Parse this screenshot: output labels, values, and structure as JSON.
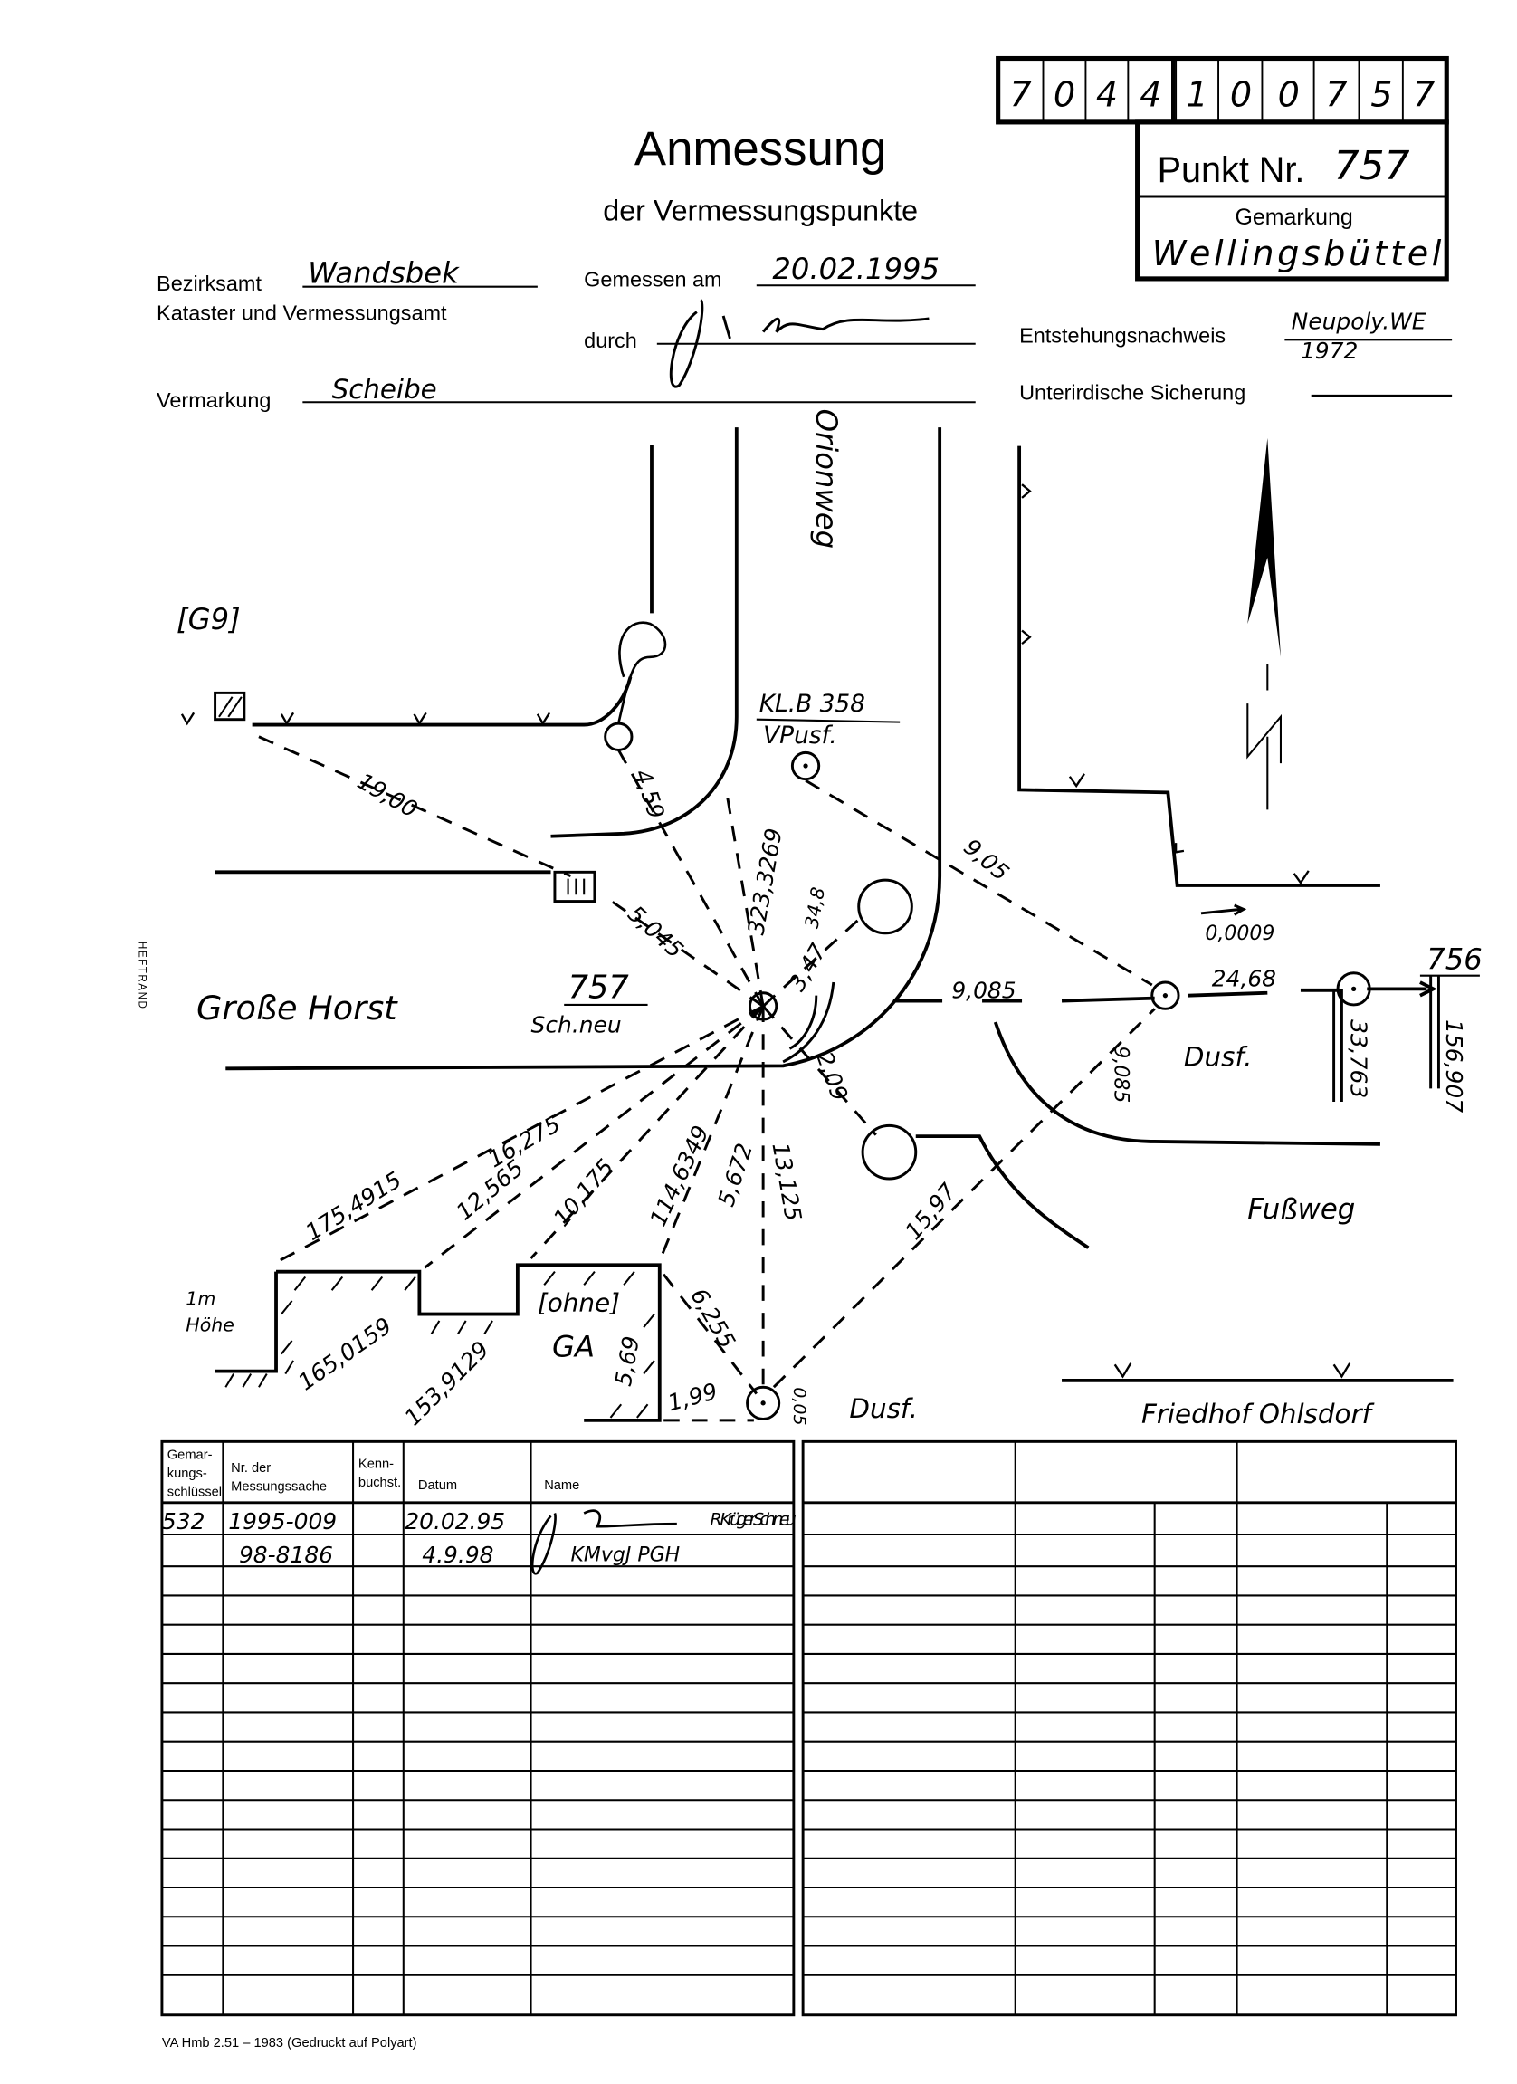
{
  "header": {
    "number_digits": [
      "7",
      "0",
      "4",
      "4",
      "1",
      "0",
      "0",
      "7",
      "5",
      "7"
    ],
    "punkt_label": "Punkt Nr.",
    "punkt_value": "757",
    "gemarkung_label": "Gemarkung",
    "gemarkung_value": "Wellingsbüttel",
    "title": "Anmessung",
    "subtitle": "der Vermessungspunkte",
    "bezirksamt_label": "Bezirksamt",
    "bezirksamt_value": "Wandsbek",
    "kataster_label": "Kataster und Vermessungsamt",
    "gemessen_label": "Gemessen am",
    "gemessen_value": "20.02.1995",
    "durch_label": "durch",
    "durch_signature": "R. Krüger",
    "entstehung_label": "Entstehungsnachweis",
    "entstehung_value_1": "Neupoly.WE",
    "entstehung_value_2": "1972",
    "unterirdisch_label": "Unterirdische Sicherung",
    "vermarkung_label": "Vermarkung",
    "vermarkung_value": "Scheibe",
    "heftrand": "HEFTRAND"
  },
  "sketch": {
    "labels": {
      "g9": "[G9]",
      "orionweg": "Orionweg",
      "klb": "KL.B 358",
      "vpusf": "VPusf.",
      "d1900": "19,00",
      "d459": "4,59",
      "d3233": "323,3269",
      "d348": "34,8",
      "d5045": "5,045",
      "d347": "3,47",
      "p757": "757",
      "schneu": "Sch.neu",
      "grosse_horst": "Große Horst",
      "d905": "9,05",
      "d9085a": "9,085",
      "d00009": "0,0009",
      "d2468": "24,68",
      "p756": "756",
      "dusf1": "Dusf.",
      "d9085b": "9,085",
      "d33763": "33,763",
      "d156907": "156,907",
      "d209": "2,09",
      "fussweg": "Fußweg",
      "d16275": "16,275",
      "d1754915": "175,4915",
      "d12565": "12,565",
      "d10175": "10,175",
      "d1146349": "114,6349",
      "d5672": "5,672",
      "d13125": "13,125",
      "d1597": "15,97",
      "hoehe1": "1m",
      "hoehe2": "Höhe",
      "d1650159": "165,0159",
      "d1539129": "153,9129",
      "ohne": "[ohne]",
      "ga": "GA",
      "d569": "5,69",
      "d6255": "6,255",
      "d199": "1,99",
      "d005": "0,05",
      "dusf2": "Dusf.",
      "friedhof": "Friedhof Ohlsdorf"
    }
  },
  "table_left": {
    "headers": [
      "Gemar-\nkungs-\nschlüssel",
      "Nr. der\nMessungssache",
      "Kenn-\nbuchst.",
      "Datum",
      "Name"
    ],
    "h0": [
      "Gemar-",
      "kungs-",
      "schlüssel"
    ],
    "h1": [
      "Nr. der",
      "Messungssache"
    ],
    "h2": [
      "Kenn-",
      "buchst."
    ],
    "h3": "Datum",
    "h4": "Name",
    "rows": [
      {
        "schluessel": "532",
        "nr": "1995-009",
        "kenn": "",
        "datum": "20.02.95",
        "name": "R. Krüger Sch.neu"
      },
      {
        "schluessel": "",
        "nr": "98-8186",
        "kenn": "",
        "datum": "4.9.98",
        "name": "KMvgJ PGH"
      }
    ]
  },
  "footer": "VA Hmb 2.51 – 1983 (Gedruckt auf Polyart)"
}
